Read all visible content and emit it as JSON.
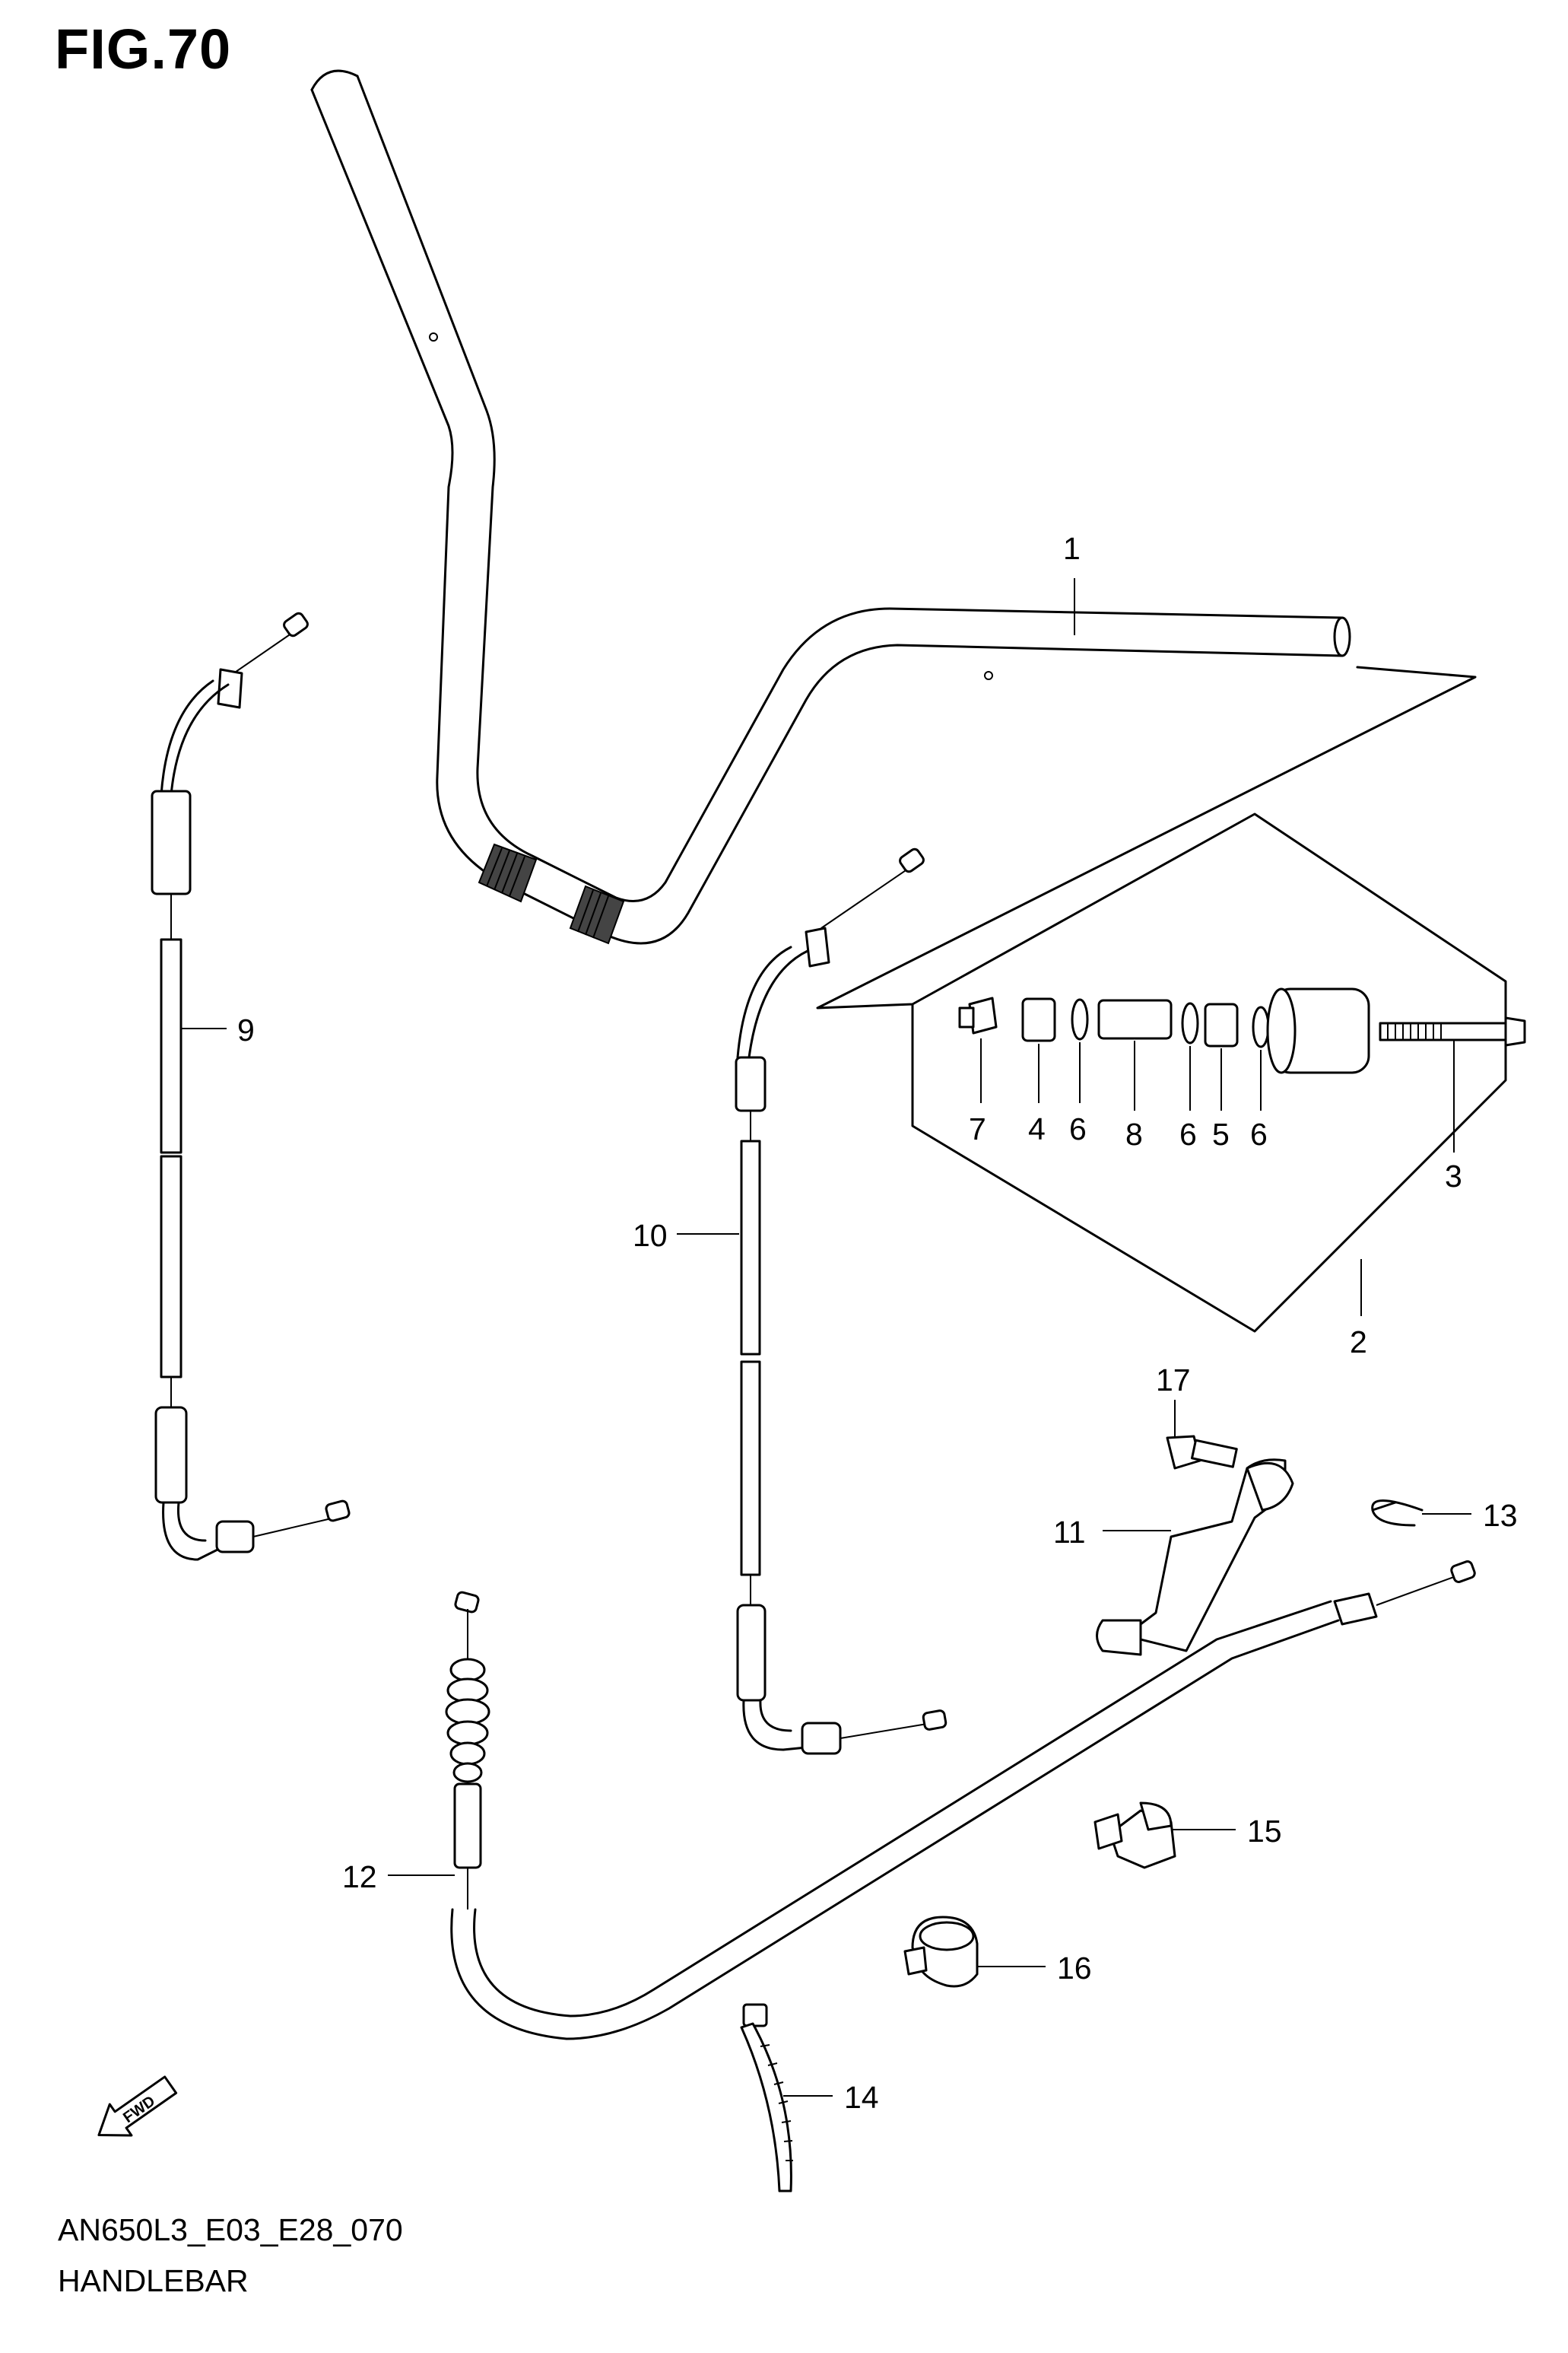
{
  "figure": {
    "title": "FIG.70",
    "code": "AN650L3_E03_E28_070",
    "name": "HANDLEBAR"
  },
  "forward_indicator": "FWD",
  "callouts": {
    "p1": "1",
    "p2": "2",
    "p3": "3",
    "p4": "4",
    "p5": "5",
    "p6a": "6",
    "p6b": "6",
    "p6c": "6",
    "p7": "7",
    "p8": "8",
    "p9": "9",
    "p10": "10",
    "p11": "11",
    "p12": "12",
    "p13": "13",
    "p14": "14",
    "p15": "15",
    "p16": "16",
    "p17": "17"
  },
  "icons": {
    "handlebar": "handlebar-tube-icon",
    "weight_assembly": "balancer-weight-assembly-icon",
    "throttle_cable_1": "throttle-cable-icon",
    "throttle_cable_2": "throttle-cable-icon",
    "brake_cable": "brake-cable-icon",
    "lever_bracket": "lever-bracket-icon",
    "e_clip": "e-ring-clip-icon",
    "cable_tie": "cable-tie-icon",
    "clamp_15": "cable-clamp-icon",
    "clamp_16": "cable-clamp-icon",
    "bolt_17": "bolt-icon",
    "fwd_arrow": "forward-arrow-icon"
  }
}
